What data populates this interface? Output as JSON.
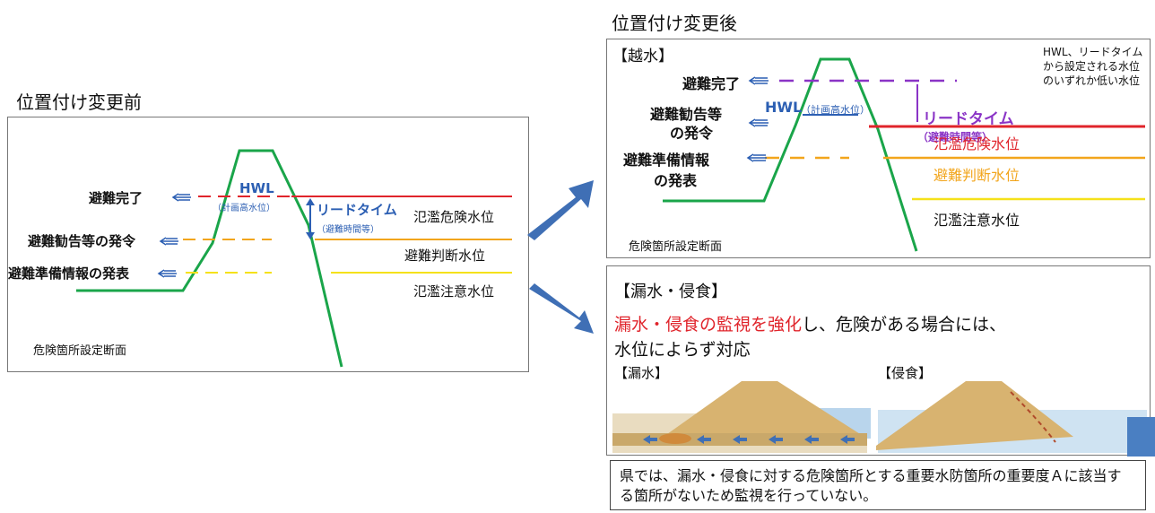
{
  "before": {
    "heading": "位置付け変更前",
    "labels": {
      "evac_complete": "避難完了",
      "advisory": "避難勧告等の発令",
      "prep_info": "避難準備情報の発表",
      "hwl": "HWL",
      "hwl_sub": "（計画高水位）",
      "lead_time": "リードタイム",
      "lead_time_sub": "（避難時間等）",
      "danger_level": "氾濫危険水位",
      "judgement_level": "避難判断水位",
      "caution_level": "氾濫注意水位",
      "section": "危険箇所設定断面"
    }
  },
  "after": {
    "heading": "位置付け変更後",
    "overflow": {
      "title": "【越水】",
      "note": "HWL、リードタイムから設定される水位のいずれか低い水位",
      "labels": {
        "evac_complete": "避難完了",
        "advisory_1": "避難勧告等",
        "advisory_2": "の発令",
        "prep_1": "避難準備情報",
        "prep_2": "の発表",
        "hwl": "HWL",
        "hwl_sub": "（計画高水位）",
        "lead_time": "リードタイム",
        "lead_time_sub": "（避難時間等）",
        "danger_level": "氾濫危険水位",
        "judgement_level": "避難判断水位",
        "caution_level": "氾濫注意水位",
        "section": "危険箇所設定断面"
      }
    },
    "leakage": {
      "title": "【漏水・侵食】",
      "highlight": "漏水・侵食の監視を強化",
      "text_rest": "し、危険がある場合には、",
      "text_line2": "水位によらず対応",
      "sub_leak": "【漏水】",
      "sub_erosion": "【侵食】"
    }
  },
  "footnote": "県では、漏水・侵食に対する危険箇所とする重要水防箇所の重要度Ａに該当する箇所がないため監視を行っていない。",
  "colors": {
    "levee": "#1aa54a",
    "red": "#e0242b",
    "orange": "#f2a51c",
    "yellow": "#f5e11a",
    "purple": "#8a34c6",
    "blue": "#2c5fb3",
    "arrow": "#3f6fb5"
  }
}
